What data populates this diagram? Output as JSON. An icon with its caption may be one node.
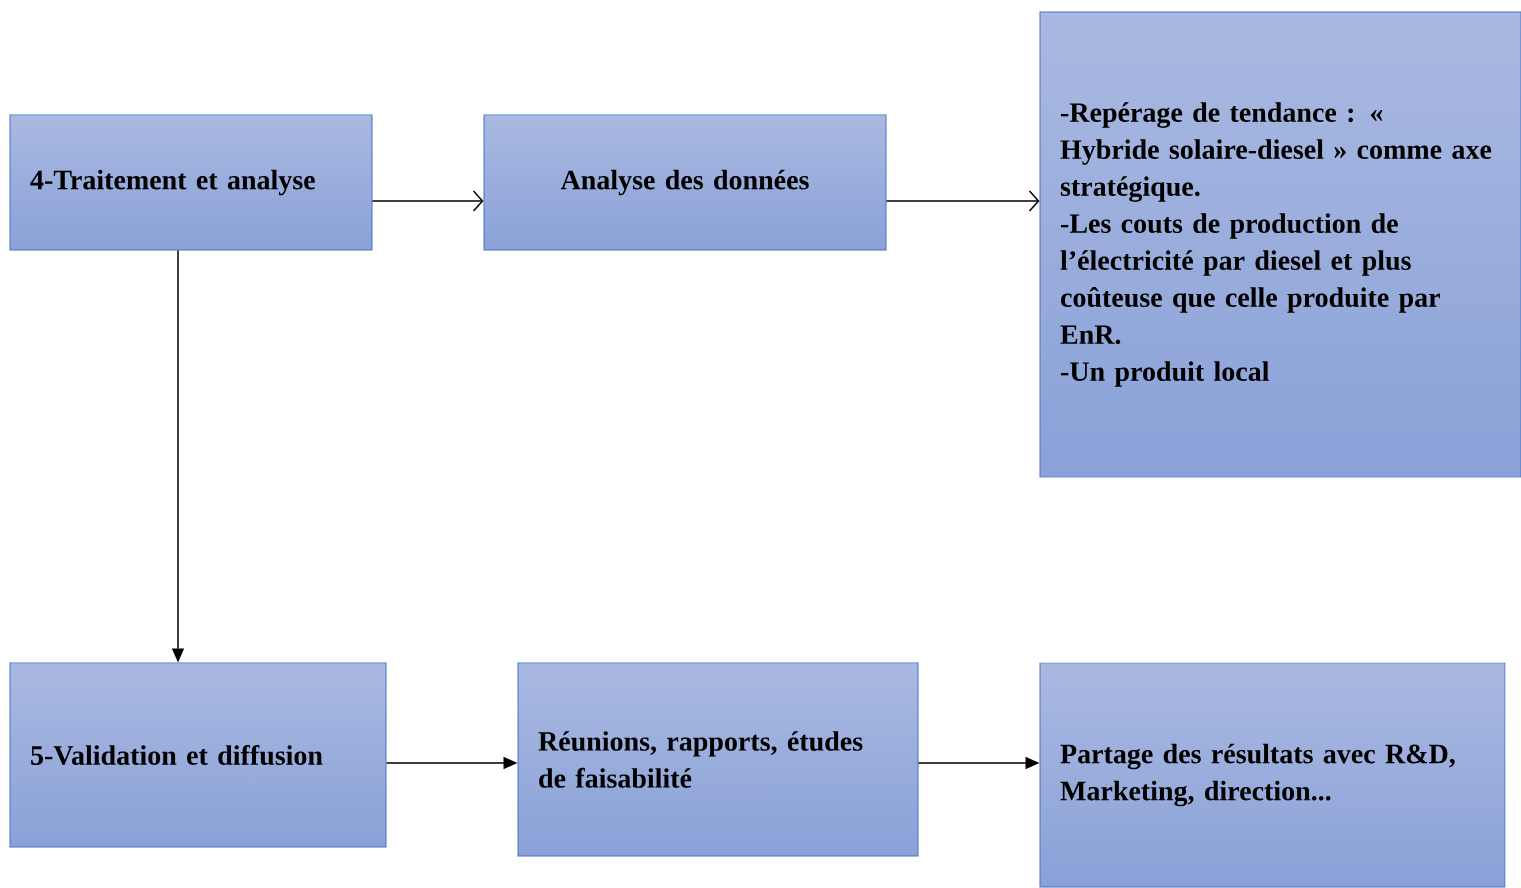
{
  "diagram": {
    "nodes": [
      {
        "text": [
          "4-Traitement et analyse"
        ]
      },
      {
        "text": [
          "Analyse des données"
        ]
      },
      {
        "text": [
          "-Repérage de tendance : « Hybride solaire-diesel » comme axe stratégique.",
          "-Les couts de production de l’électricité par diesel et plus coûteuse que celle produite par EnR.",
          "-Un produit local"
        ]
      },
      {
        "text": [
          "5-Validation et diffusion"
        ]
      },
      {
        "text": [
          "Réunions, rapports, études de faisabilité"
        ]
      },
      {
        "text": [
          "Partage des résultats avec R&D, Marketing, direction..."
        ]
      }
    ],
    "edges": [
      {
        "from": 0,
        "to": 1,
        "arrow": "to"
      },
      {
        "from": 1,
        "to": 2,
        "arrow": "to"
      },
      {
        "from": 0,
        "to": 3,
        "arrow": "to"
      },
      {
        "from": 3,
        "to": 4,
        "arrow": "to"
      },
      {
        "from": 4,
        "to": 5,
        "arrow": "to"
      }
    ]
  }
}
